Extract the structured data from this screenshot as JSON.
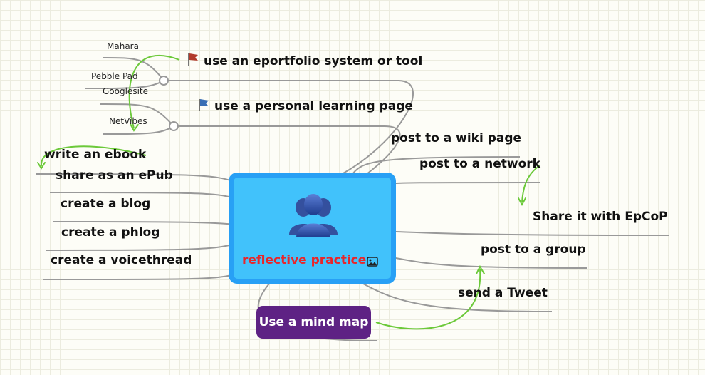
{
  "central": {
    "title": "reflective practice",
    "icon": "people-group-icon",
    "attachment_icon": "image-icon",
    "colors": {
      "border": "#28a0f5",
      "fill": "#41c2fb",
      "title": "#e8262b"
    }
  },
  "topics": {
    "eportfolio": "use an eportfolio system or tool",
    "personal_page": "use a personal learning page",
    "ebook": "write an ebook",
    "epub": "share as an ePub",
    "blog": "create a blog",
    "phlog": "create a phlog",
    "voicethread": "create a voicethread",
    "wiki": "post to a wiki page",
    "network": "post to a network",
    "epcop": "Share it with EpCoP",
    "group": "post to a group",
    "tweet": "send a Tweet",
    "mindmap": "Use a mind map"
  },
  "subtopics": {
    "mahara": "Mahara",
    "pebble": "Pebble Pad",
    "googlesite": "Googlesite",
    "netvibes": "NetVibes"
  },
  "icons": {
    "red_flag": "red-flag-icon",
    "blue_flag": "blue-flag-icon"
  },
  "colors": {
    "connector": "#999999",
    "arrow": "#6cc93a",
    "mindmap_button": "#5e2284",
    "red_flag": "#b23a2c",
    "blue_flag": "#3a6fb5"
  }
}
